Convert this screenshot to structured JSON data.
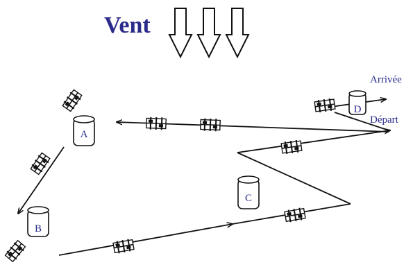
{
  "diagram": {
    "wind_label": "Vent",
    "arrival_label": "Arrivée",
    "departure_label": "Départ",
    "buoys": [
      {
        "id": "a",
        "label": "A"
      },
      {
        "id": "b",
        "label": "B"
      },
      {
        "id": "c",
        "label": "C"
      },
      {
        "id": "d",
        "label": "D"
      }
    ],
    "colors": {
      "text": "#2b2b8c",
      "line": "#111111",
      "background": "#ffffff"
    }
  }
}
